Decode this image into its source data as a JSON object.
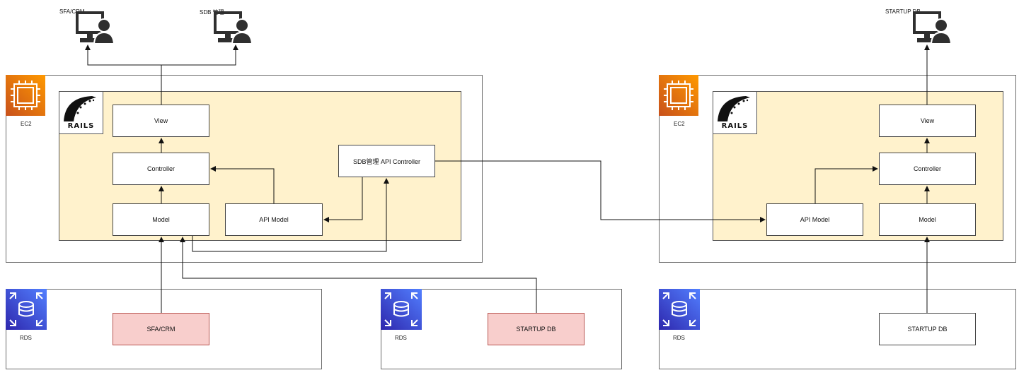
{
  "users": {
    "sfa_crm": "SFA/CRM",
    "sdb_admin": "SDB 管理",
    "startup_db": "STARTUP DB"
  },
  "left_server": {
    "ec2_label": "EC2",
    "rails_logo_text": "RAILS",
    "view": "View",
    "controller": "Controller",
    "model": "Model",
    "api_model": "API Model",
    "api_controller": "SDB管理 API Controller"
  },
  "right_server": {
    "ec2_label": "EC2",
    "rails_logo_text": "RAILS",
    "view": "View",
    "controller": "Controller",
    "model": "Model",
    "api_model": "API Model"
  },
  "databases": {
    "rds1_label": "RDS",
    "rds1_db": "SFA/CRM",
    "rds2_label": "RDS",
    "rds2_db": "STARTUP DB",
    "rds3_label": "RDS",
    "rds3_db": "STARTUP DB"
  },
  "colors": {
    "ec2_orange": "#e7731c",
    "rds_blue": "#3b48cc",
    "rails_fill": "#fff2cc",
    "pink_db": "#f8cecc"
  }
}
